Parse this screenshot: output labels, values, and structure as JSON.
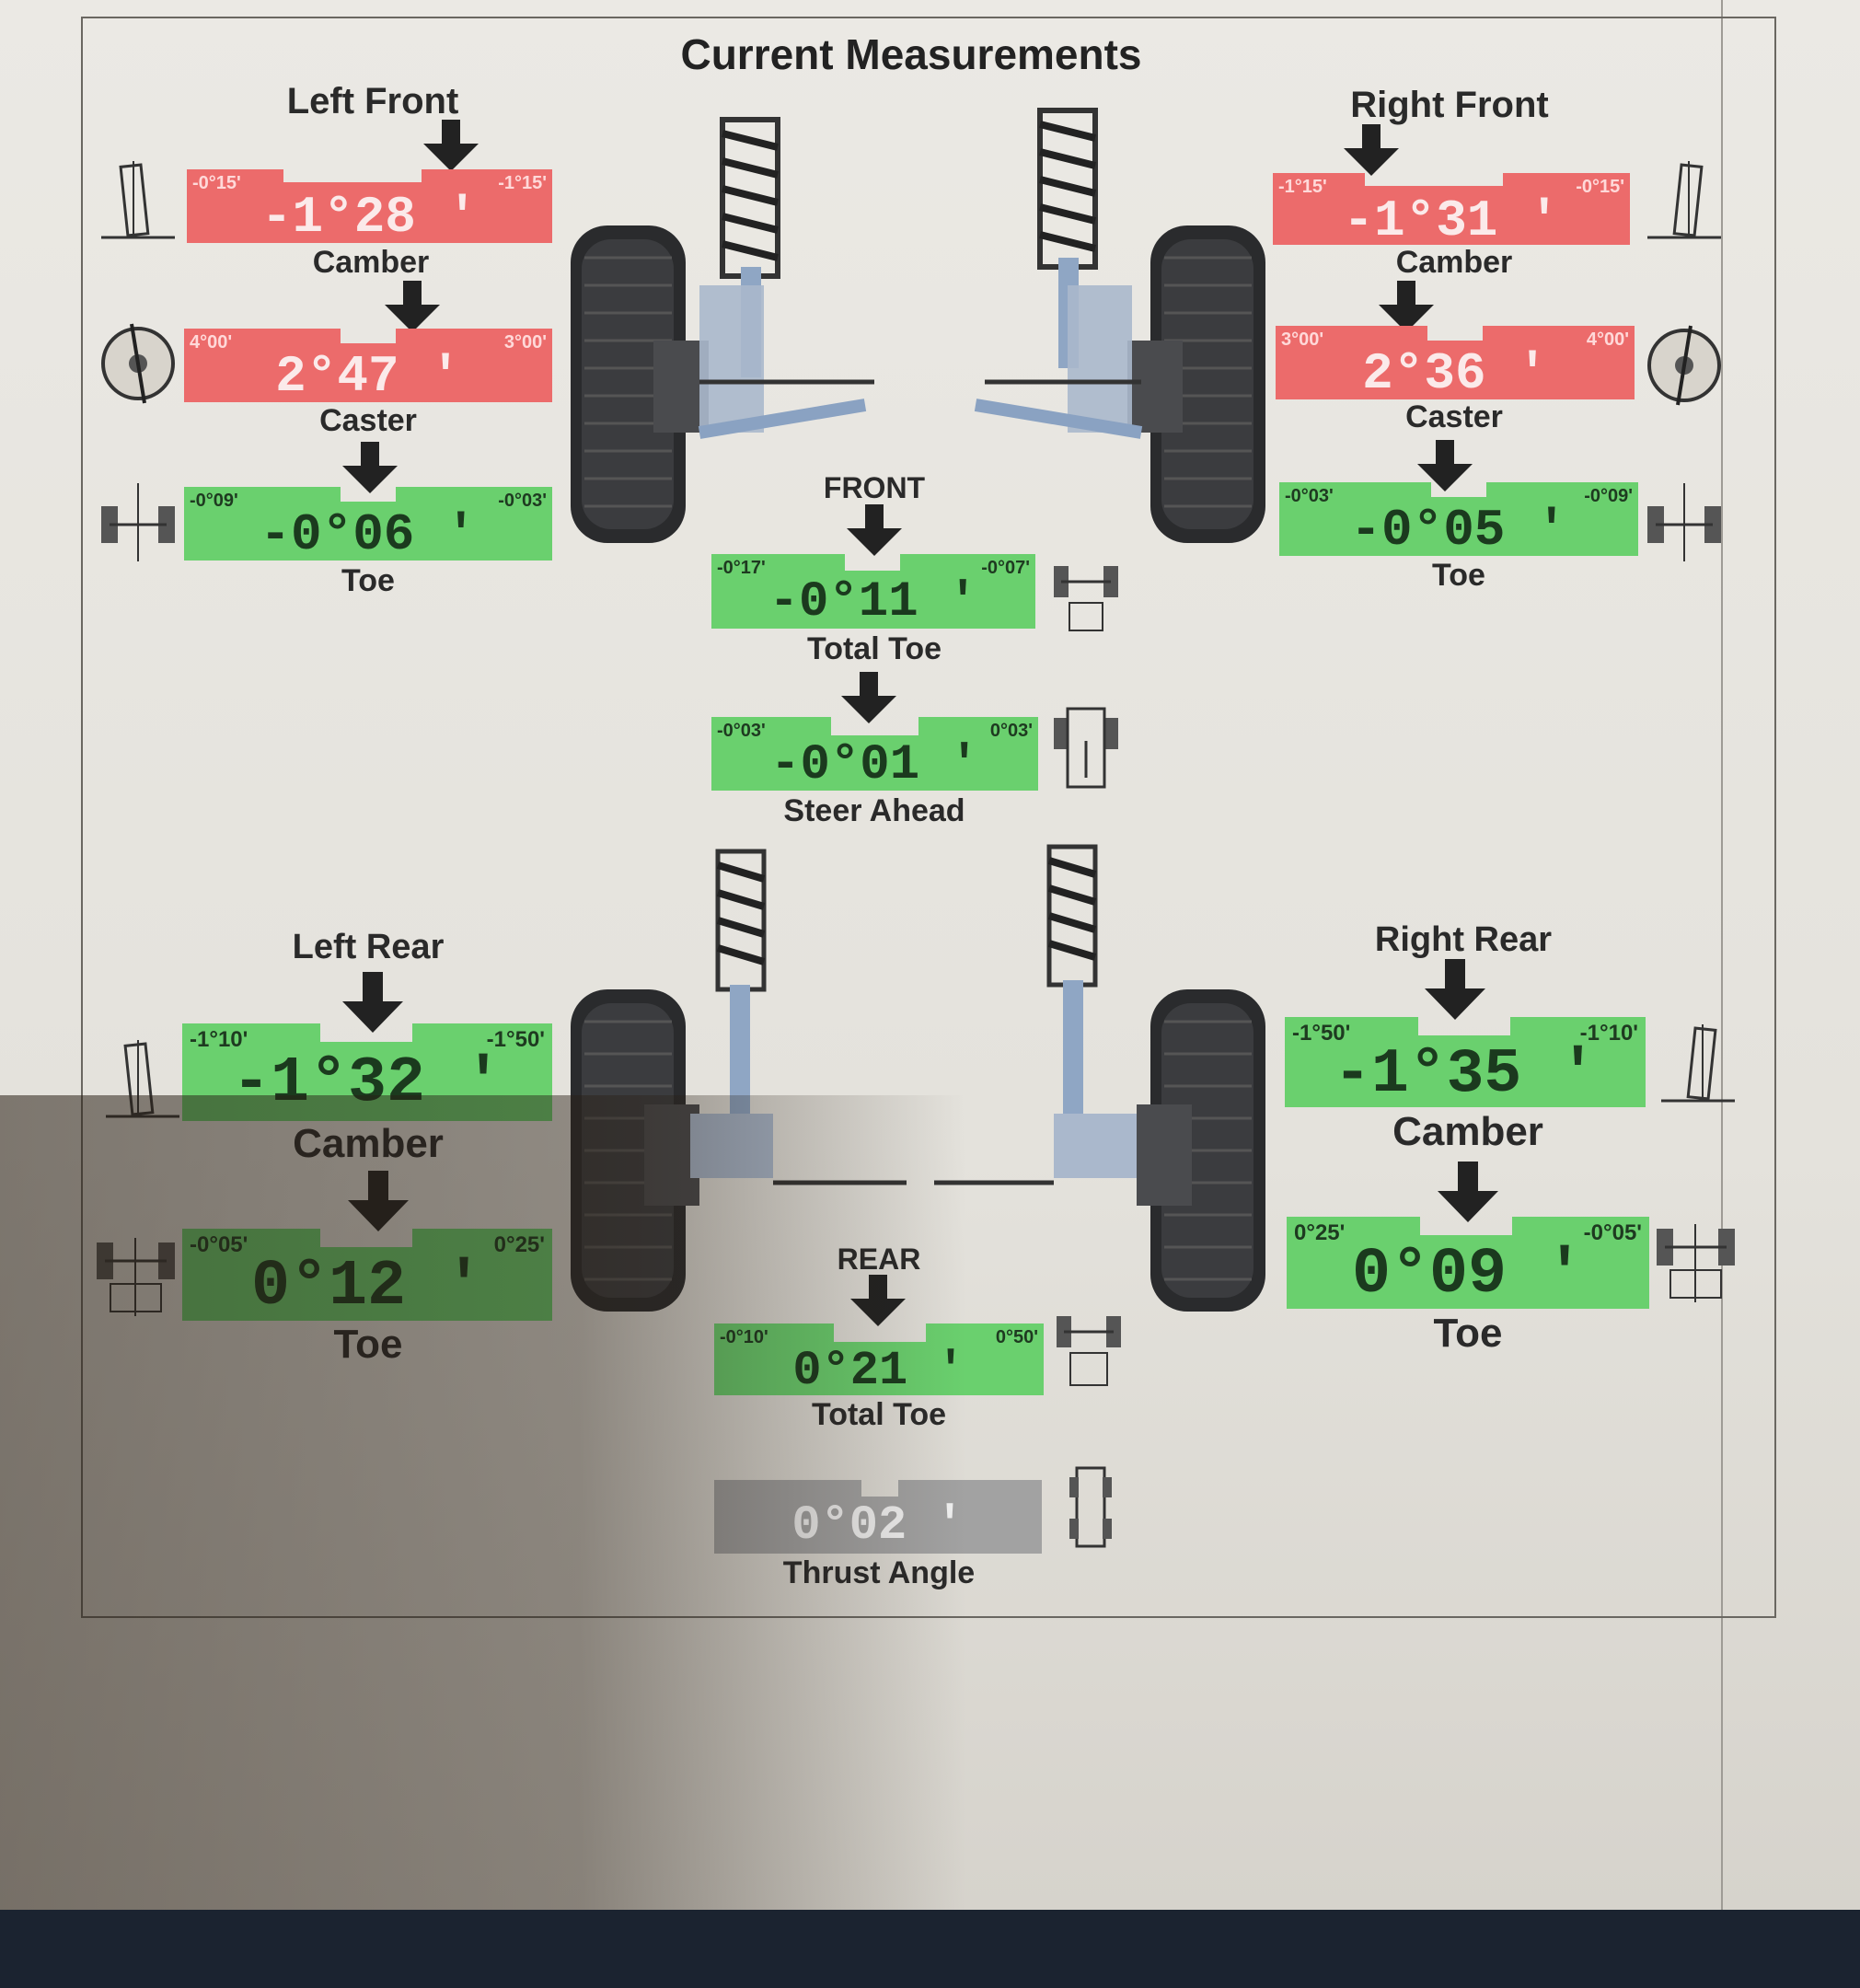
{
  "title": "Current Measurements",
  "colors": {
    "red": "#ec6b6b",
    "green": "#6ad06e",
    "grey": "#a2a2a2",
    "dark": "#222222"
  },
  "left_front": {
    "title": "Left Front",
    "camber": {
      "label": "Camber",
      "value": "-1°28",
      "min": "-0°15'",
      "max": "-1°15'",
      "status": "red"
    },
    "caster": {
      "label": "Caster",
      "value": "2°47",
      "min": "4°00'",
      "max": "3°00'",
      "status": "red"
    },
    "toe": {
      "label": "Toe",
      "value": "-0°06",
      "min": "-0°09'",
      "max": "-0°03'",
      "status": "green"
    }
  },
  "right_front": {
    "title": "Right Front",
    "camber": {
      "label": "Camber",
      "value": "-1°31",
      "min": "-1°15'",
      "max": "-0°15'",
      "status": "red"
    },
    "caster": {
      "label": "Caster",
      "value": "2°36",
      "min": "3°00'",
      "max": "4°00'",
      "status": "red"
    },
    "toe": {
      "label": "Toe",
      "value": "-0°05",
      "min": "-0°03'",
      "max": "-0°09'",
      "status": "green"
    }
  },
  "front_center": {
    "section": "FRONT",
    "total_toe": {
      "label": "Total Toe",
      "value": "-0°11",
      "min": "-0°17'",
      "max": "-0°07'",
      "status": "green"
    },
    "steer_ahead": {
      "label": "Steer Ahead",
      "value": "-0°01",
      "min": "-0°03'",
      "max": "0°03'",
      "status": "green"
    }
  },
  "left_rear": {
    "title": "Left Rear",
    "camber": {
      "label": "Camber",
      "value": "-1°32",
      "min": "-1°10'",
      "max": "-1°50'",
      "status": "green"
    },
    "toe": {
      "label": "Toe",
      "value": "0°12",
      "min": "-0°05'",
      "max": "0°25'",
      "status": "green"
    }
  },
  "right_rear": {
    "title": "Right Rear",
    "camber": {
      "label": "Camber",
      "value": "-1°35",
      "min": "-1°50'",
      "max": "-1°10'",
      "status": "green"
    },
    "toe": {
      "label": "Toe",
      "value": "0°09",
      "min": "0°25'",
      "max": "-0°05'",
      "status": "green"
    }
  },
  "rear_center": {
    "section": "REAR",
    "total_toe": {
      "label": "Total Toe",
      "value": "0°21",
      "min": "-0°10'",
      "max": "0°50'",
      "status": "green"
    },
    "thrust_angle": {
      "label": "Thrust Angle",
      "value": "0°02",
      "status": "grey"
    }
  },
  "icons": [
    "camber-icon",
    "caster-icon",
    "toe-icon",
    "total-toe-icon",
    "steer-ahead-icon",
    "thrust-angle-icon",
    "front-suspension-illustration",
    "rear-suspension-illustration"
  ]
}
